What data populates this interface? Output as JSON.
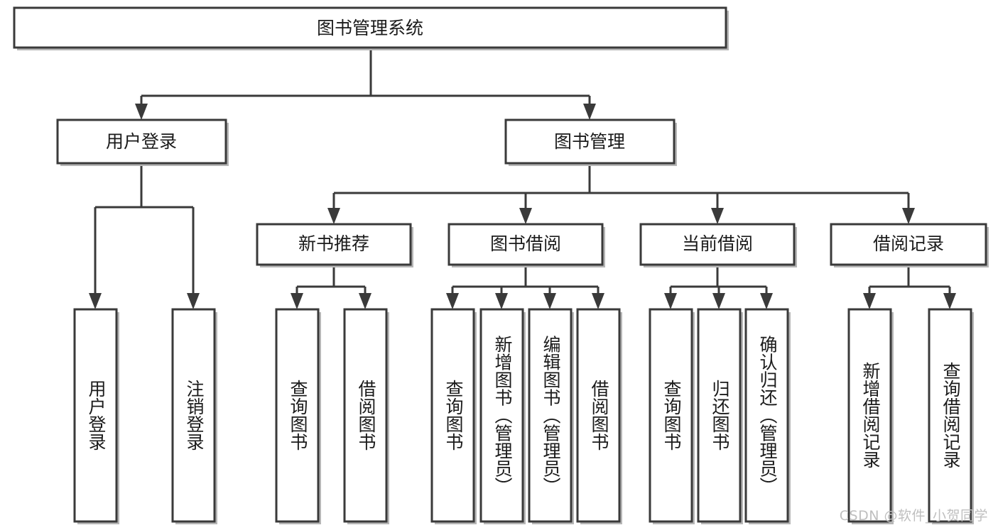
{
  "diagram": {
    "title": "图书管理系统",
    "type": "hierarchy-tree",
    "watermark": "CSDN @软件_小贺同学",
    "colors": {
      "box_stroke": "#3a3a3a",
      "box_fill": "#ffffff",
      "text": "#1b1b1b",
      "shadow": "#b6b6b6",
      "watermark": "#bfbfbf",
      "background": "#ffffff"
    },
    "root": {
      "label": "图书管理系统"
    },
    "level2": [
      {
        "label": "用户登录"
      },
      {
        "label": "图书管理"
      }
    ],
    "level3": [
      {
        "label": "新书推荐"
      },
      {
        "label": "图书借阅"
      },
      {
        "label": "当前借阅"
      },
      {
        "label": "借阅记录"
      }
    ],
    "leaves": {
      "user_login": [
        {
          "label": "用户登录"
        },
        {
          "label": "注销登录"
        }
      ],
      "new_book_recommend": [
        {
          "label": "查询图书"
        },
        {
          "label": "借阅图书"
        }
      ],
      "book_borrow": [
        {
          "label": "查询图书"
        },
        {
          "label": "新增图书（管理员）"
        },
        {
          "label": "编辑图书（管理员）"
        },
        {
          "label": "借阅图书"
        }
      ],
      "current_borrow": [
        {
          "label": "查询图书"
        },
        {
          "label": "归还图书"
        },
        {
          "label": "确认归还（管理员）"
        }
      ],
      "borrow_record": [
        {
          "label": "新增借阅记录"
        },
        {
          "label": "查询借阅记录"
        }
      ]
    }
  }
}
